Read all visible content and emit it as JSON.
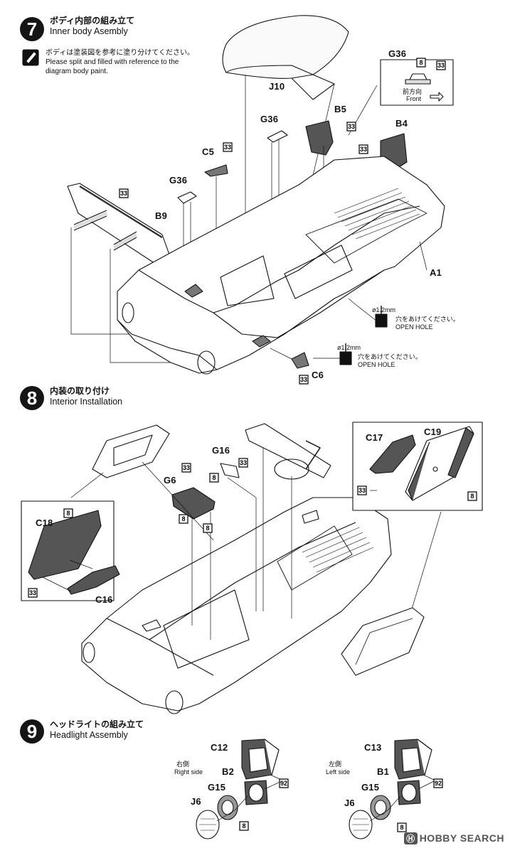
{
  "steps": {
    "s7": {
      "num": "7",
      "jp": "ボディ内部の組み立て",
      "en": "Inner body Asembly"
    },
    "s8": {
      "num": "8",
      "jp": "内装の取り付け",
      "en": "Interior Installation"
    },
    "s9": {
      "num": "9",
      "jp": "ヘッドライトの組み立て",
      "en": "Headlight Assembly"
    }
  },
  "notes": {
    "paint_jp": "ボディは塗装図を参考に塗り分けてください。",
    "paint_en1": "Please split and filled with reference to the",
    "paint_en2": "diagram body paint.",
    "hole_size": "ø1.2mm",
    "hole_jp": "穴をあけてください。",
    "hole_en": "OPEN HOLE",
    "front_jp": "前方向",
    "front_en": "Front",
    "right_jp": "右側",
    "right_en": "Right side",
    "left_jp": "左側",
    "left_en": "Left side"
  },
  "parts": {
    "j10": "J10",
    "g36": "G36",
    "b5": "B5",
    "b4": "B4",
    "c5": "C5",
    "b9": "B9",
    "a1": "A1",
    "c6": "C6",
    "g16": "G16",
    "g6": "G6",
    "c17": "C17",
    "c19": "C19",
    "c18": "C18",
    "c16": "C16",
    "c12": "C12",
    "b2": "B2",
    "g15": "G15",
    "j6": "J6",
    "c13": "C13",
    "b1": "B1"
  },
  "paint": {
    "c33": "33",
    "c8": "8",
    "c92": "92"
  },
  "watermark": {
    "badge": "Ⓗ",
    "text": "HOBBY SEARCH"
  }
}
